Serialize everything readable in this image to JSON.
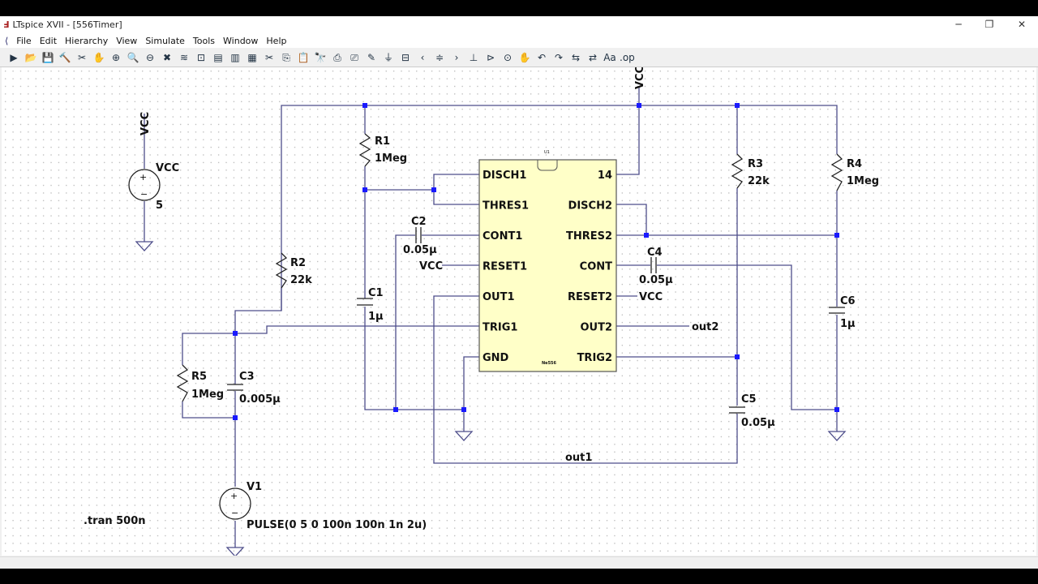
{
  "window": {
    "title": "LTspice XVII - [556Timer]",
    "controls": [
      "─",
      "❐",
      "✕"
    ]
  },
  "menu": [
    "File",
    "Edit",
    "Hierarchy",
    "View",
    "Simulate",
    "Tools",
    "Window",
    "Help"
  ],
  "toolbar": [
    "▶",
    "📂",
    "💾",
    "🔨",
    "✂",
    "✋",
    "⊕",
    "🔍",
    "⊖",
    "✖",
    "≋",
    "⊡",
    "▤",
    "▥",
    "▦",
    "✂",
    "⎘",
    "📋",
    "🔭",
    "⎙",
    "⎚",
    "✎",
    "⏚",
    "⊟",
    "‹",
    "≑",
    "›",
    "⊥",
    "⊳",
    "⊙",
    "✋",
    "↶",
    "↷",
    "⇆",
    "⇄",
    "Aa",
    ".op"
  ],
  "schematic": {
    "ic": {
      "ref": "U1",
      "part": "Ne556",
      "left_pins": [
        "DISCH1",
        "THRES1",
        "CONT1",
        "RESET1",
        "OUT1",
        "TRIG1",
        "GND"
      ],
      "right_pins": [
        "14",
        "DISCH2",
        "THRES2",
        "CONT",
        "RESET2",
        "OUT2",
        "TRIG2"
      ]
    },
    "components": {
      "R1": {
        "name": "R1",
        "value": "1Meg"
      },
      "R2": {
        "name": "R2",
        "value": "22k"
      },
      "R3": {
        "name": "R3",
        "value": "22k"
      },
      "R4": {
        "name": "R4",
        "value": "1Meg"
      },
      "R5": {
        "name": "R5",
        "value": "1Meg"
      },
      "C1": {
        "name": "C1",
        "value": "1µ"
      },
      "C2": {
        "name": "C2",
        "value": "0.05µ"
      },
      "C3": {
        "name": "C3",
        "value": "0.005µ"
      },
      "C4": {
        "name": "C4",
        "value": "0.05µ"
      },
      "C5": {
        "name": "C5",
        "value": "0.05µ"
      },
      "C6": {
        "name": "C6",
        "value": "1µ"
      },
      "VCC": {
        "name": "VCC",
        "value": "5"
      },
      "V1": {
        "name": "V1",
        "value": "PULSE(0 5 0 100n 100n 1n 2u)"
      }
    },
    "nets": {
      "vcc": "VCC",
      "out1": "out1",
      "out2": "out2"
    },
    "directive": ".tran 500n"
  }
}
